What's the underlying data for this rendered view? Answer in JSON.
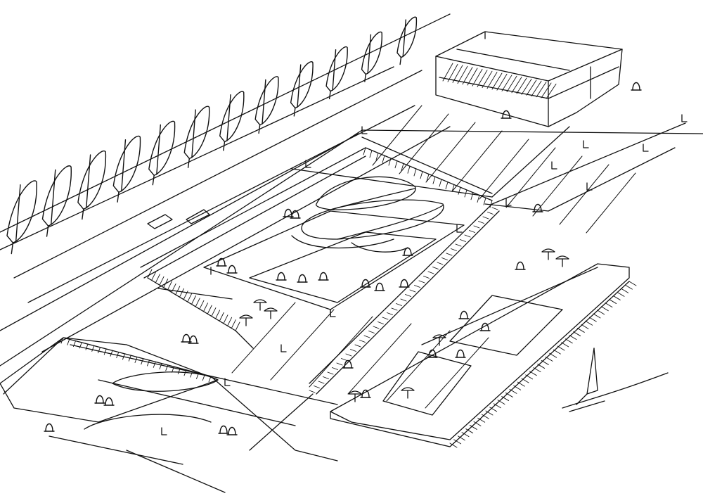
{
  "sketch": {
    "kind": "hand-drawn architectural aerial perspective",
    "colors": {
      "paper": "#ffffff",
      "ink": "#111111"
    },
    "elements": [
      "sail-canopy-row",
      "waterfront-promenade",
      "sunken-plaza",
      "oval-pavilion-roofs",
      "block-building",
      "pier-deck",
      "sailboat",
      "people-figures",
      "umbrellas",
      "bollards"
    ],
    "people_figure_count": 28,
    "sail_canopy_count": 12
  }
}
